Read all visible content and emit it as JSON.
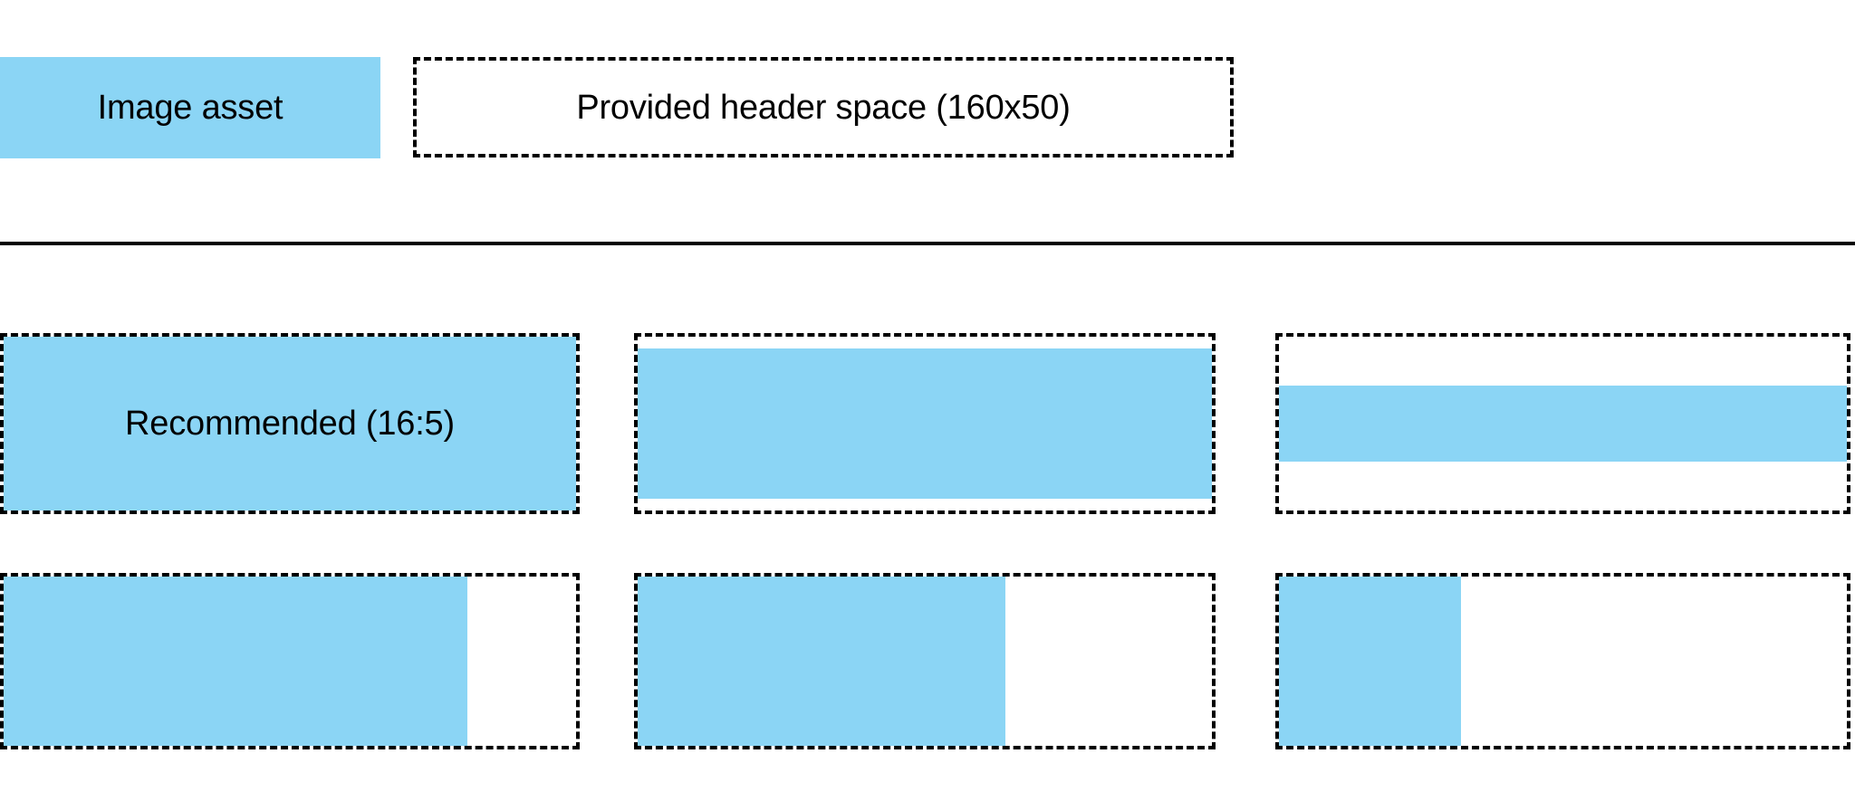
{
  "legend": {
    "image_asset_label": "Image asset",
    "provided_space_label": "Provided header space (160x50)"
  },
  "colors": {
    "asset_fill": "#8BD5F5",
    "outline": "#000000",
    "background": "#FFFFFF"
  },
  "grid": {
    "rows": [
      {
        "cells": [
          {
            "label": "Recommended (16:5)",
            "fill_width_pct": 100,
            "fill_height_pct": 100,
            "fill_align_x": "left",
            "fill_align_y": "center"
          },
          {
            "label": "",
            "fill_width_pct": 100,
            "fill_height_pct": 86,
            "fill_align_x": "left",
            "fill_align_y": "center"
          },
          {
            "label": "",
            "fill_width_pct": 100,
            "fill_height_pct": 44,
            "fill_align_x": "left",
            "fill_align_y": "center"
          }
        ]
      },
      {
        "cells": [
          {
            "label": "",
            "fill_width_pct": 81,
            "fill_height_pct": 100,
            "fill_align_x": "left",
            "fill_align_y": "center"
          },
          {
            "label": "",
            "fill_width_pct": 64,
            "fill_height_pct": 100,
            "fill_align_x": "left",
            "fill_align_y": "center"
          },
          {
            "label": "",
            "fill_width_pct": 32,
            "fill_height_pct": 100,
            "fill_align_x": "left",
            "fill_align_y": "center"
          }
        ]
      }
    ]
  }
}
